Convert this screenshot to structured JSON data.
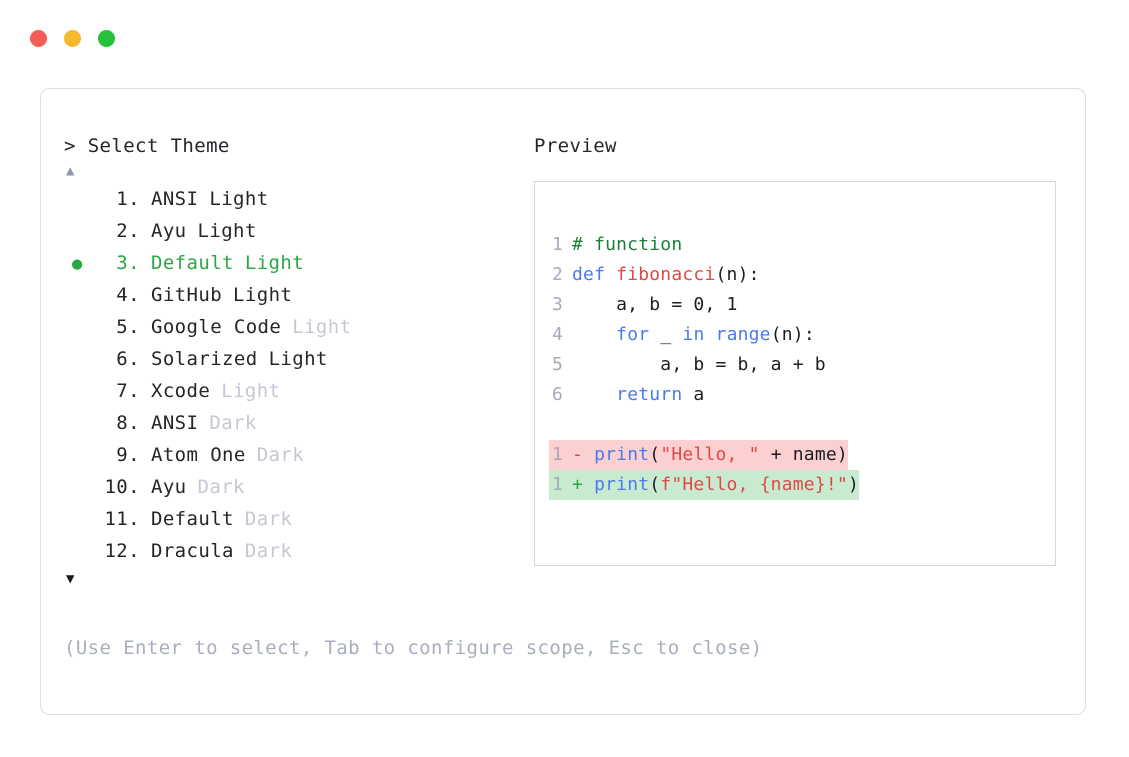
{
  "titlebar": {
    "buttons": [
      {
        "name": "close",
        "color": "#f45c57"
      },
      {
        "name": "minimize",
        "color": "#f5b82e"
      },
      {
        "name": "maximize",
        "color": "#27c23c"
      }
    ]
  },
  "prompt": {
    "caret": ">",
    "label": "Select Theme"
  },
  "scroll": {
    "up": "▲",
    "down": "▼"
  },
  "themes": [
    {
      "num": " 1.",
      "name": "ANSI",
      "variant": "Light",
      "muted": false,
      "selected": false
    },
    {
      "num": " 2.",
      "name": "Ayu",
      "variant": "Light",
      "muted": false,
      "selected": false
    },
    {
      "num": " 3.",
      "name": "Default",
      "variant": "Light",
      "muted": false,
      "selected": true
    },
    {
      "num": " 4.",
      "name": "GitHub",
      "variant": "Light",
      "muted": false,
      "selected": false
    },
    {
      "num": " 5.",
      "name": "Google Code",
      "variant": "Light",
      "muted": true,
      "selected": false
    },
    {
      "num": " 6.",
      "name": "Solarized",
      "variant": "Light",
      "muted": false,
      "selected": false
    },
    {
      "num": " 7.",
      "name": "Xcode",
      "variant": "Light",
      "muted": true,
      "selected": false
    },
    {
      "num": " 8.",
      "name": "ANSI",
      "variant": "Dark",
      "muted": true,
      "selected": false
    },
    {
      "num": " 9.",
      "name": "Atom One",
      "variant": "Dark",
      "muted": true,
      "selected": false
    },
    {
      "num": "10.",
      "name": "Ayu",
      "variant": "Dark",
      "muted": true,
      "selected": false
    },
    {
      "num": "11.",
      "name": "Default",
      "variant": "Dark",
      "muted": true,
      "selected": false
    },
    {
      "num": "12.",
      "name": "Dracula",
      "variant": "Dark",
      "muted": true,
      "selected": false
    }
  ],
  "selected_bullet": "●",
  "hint": "(Use Enter to select, Tab to configure scope, Esc to close)",
  "preview": {
    "label": "Preview",
    "code_lines": [
      {
        "num": "1",
        "tokens": [
          {
            "t": "# function",
            "c": "comment"
          }
        ]
      },
      {
        "num": "2",
        "tokens": [
          {
            "t": "def ",
            "c": "keyword"
          },
          {
            "t": "fibonacci",
            "c": "func"
          },
          {
            "t": "(n):",
            "c": "plain"
          }
        ]
      },
      {
        "num": "3",
        "tokens": [
          {
            "t": "    a, b = 0, 1",
            "c": "plain"
          }
        ]
      },
      {
        "num": "4",
        "tokens": [
          {
            "t": "    ",
            "c": "plain"
          },
          {
            "t": "for",
            "c": "keyword"
          },
          {
            "t": " _ ",
            "c": "plain"
          },
          {
            "t": "in",
            "c": "keyword"
          },
          {
            "t": " ",
            "c": "plain"
          },
          {
            "t": "range",
            "c": "builtin"
          },
          {
            "t": "(n):",
            "c": "plain"
          }
        ]
      },
      {
        "num": "5",
        "tokens": [
          {
            "t": "        a, b = b, a + b",
            "c": "plain"
          }
        ]
      },
      {
        "num": "6",
        "tokens": [
          {
            "t": "    ",
            "c": "plain"
          },
          {
            "t": "return",
            "c": "keyword"
          },
          {
            "t": " a",
            "c": "plain"
          }
        ]
      }
    ],
    "diff_lines": [
      {
        "num": "1",
        "mark": "-",
        "kind": "del",
        "tokens": [
          {
            "t": "print",
            "c": "builtin"
          },
          {
            "t": "(",
            "c": "plain"
          },
          {
            "t": "\"Hello, \"",
            "c": "string"
          },
          {
            "t": " + name)",
            "c": "plain"
          }
        ]
      },
      {
        "num": "1",
        "mark": "+",
        "kind": "add",
        "tokens": [
          {
            "t": "print",
            "c": "builtin"
          },
          {
            "t": "(",
            "c": "plain"
          },
          {
            "t": "f\"Hello, {name}!\"",
            "c": "string"
          },
          {
            "t": ")",
            "c": "plain"
          }
        ]
      }
    ]
  },
  "colors": {
    "accent_green": "#2aa745",
    "muted_text": "#c3c8d4",
    "hint_text": "#a8aec0",
    "border": "#dcdfe6",
    "diff_del_bg": "#fcd0d0",
    "diff_add_bg": "#c8ebd0"
  }
}
